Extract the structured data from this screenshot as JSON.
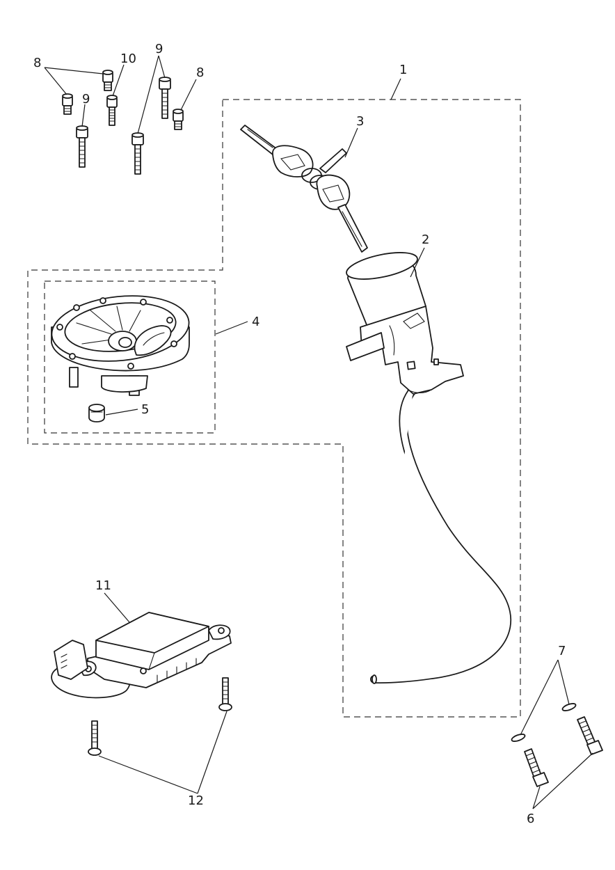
{
  "callouts": [
    {
      "id": "1",
      "label": "1"
    },
    {
      "id": "2",
      "label": "2"
    },
    {
      "id": "3",
      "label": "3"
    },
    {
      "id": "4",
      "label": "4"
    },
    {
      "id": "5",
      "label": "5"
    },
    {
      "id": "6",
      "label": "6"
    },
    {
      "id": "7",
      "label": "7"
    },
    {
      "id": "8a",
      "label": "8"
    },
    {
      "id": "8b",
      "label": "8"
    },
    {
      "id": "9a",
      "label": "9"
    },
    {
      "id": "9b",
      "label": "9"
    },
    {
      "id": "10",
      "label": "10"
    },
    {
      "id": "11",
      "label": "11"
    },
    {
      "id": "12",
      "label": "12"
    }
  ],
  "colors": {
    "line": "#1a1a1a",
    "background": "#ffffff",
    "shade": "#d9d9d9"
  }
}
